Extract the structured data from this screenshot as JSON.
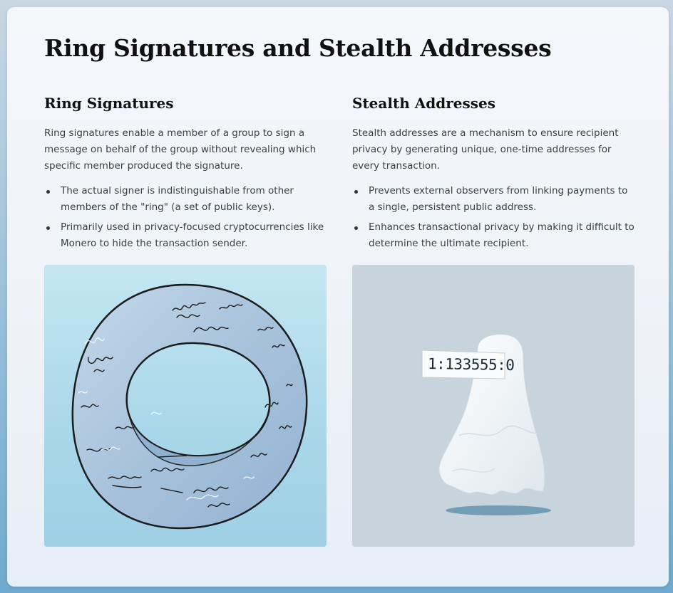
{
  "page": {
    "title": "Ring Signatures and Stealth Addresses"
  },
  "ring_signatures": {
    "heading": "Ring Signatures",
    "description": "Ring signatures enable a member of a group to sign a message on behalf of the group without revealing which specific member produced the signature.",
    "bullets": [
      "The actual signer is indistinguishable from other members of the \"ring\" (a set of public keys).",
      "Primarily used in privacy-focused cryptocurrencies like Monero to hide the transaction sender."
    ]
  },
  "stealth_addresses": {
    "heading": "Stealth Addresses",
    "description": "Stealth addresses are a mechanism to ensure recipient privacy by generating unique, one-time addresses for every transaction.",
    "bullets": [
      "Prevents external observers from linking payments to a single, persistent public address.",
      "Enhances transactional privacy by making it difficult to determine the ultimate recipient."
    ],
    "illustration_address": "1:133555:0"
  },
  "colors": {
    "ring_fill": "#a9c4dc",
    "ghost_fill": "#f4f7f9",
    "shadow": "#5e8fae"
  }
}
